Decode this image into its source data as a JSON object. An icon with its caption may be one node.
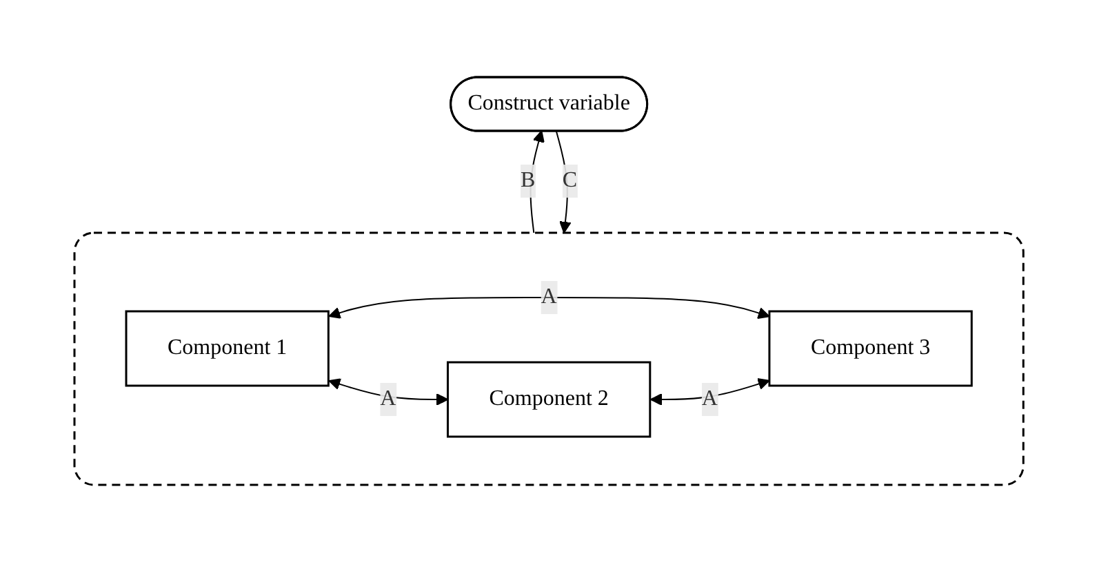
{
  "diagram": {
    "nodes": [
      {
        "text": [
          "Construct variable"
        ]
      },
      {
        "text": [],
        "shape": "box"
      },
      {
        "text": [
          "Component 1"
        ],
        "in": 1
      },
      {
        "text": [
          "Component 2"
        ],
        "in": 1
      },
      {
        "text": [
          "Component 3"
        ],
        "in": 1
      }
    ],
    "edges": [
      {
        "from": 0,
        "to": 1,
        "arrow": "to",
        "label": "C"
      },
      {
        "from": 1,
        "to": 0,
        "arrow": "to",
        "label": "B"
      },
      {
        "from": 2,
        "to": 4,
        "arrow": "both",
        "label": "A"
      },
      {
        "from": 2,
        "to": 3,
        "arrow": "both",
        "label": "A"
      },
      {
        "from": 3,
        "to": 4,
        "arrow": "both",
        "label": "A"
      }
    ]
  }
}
